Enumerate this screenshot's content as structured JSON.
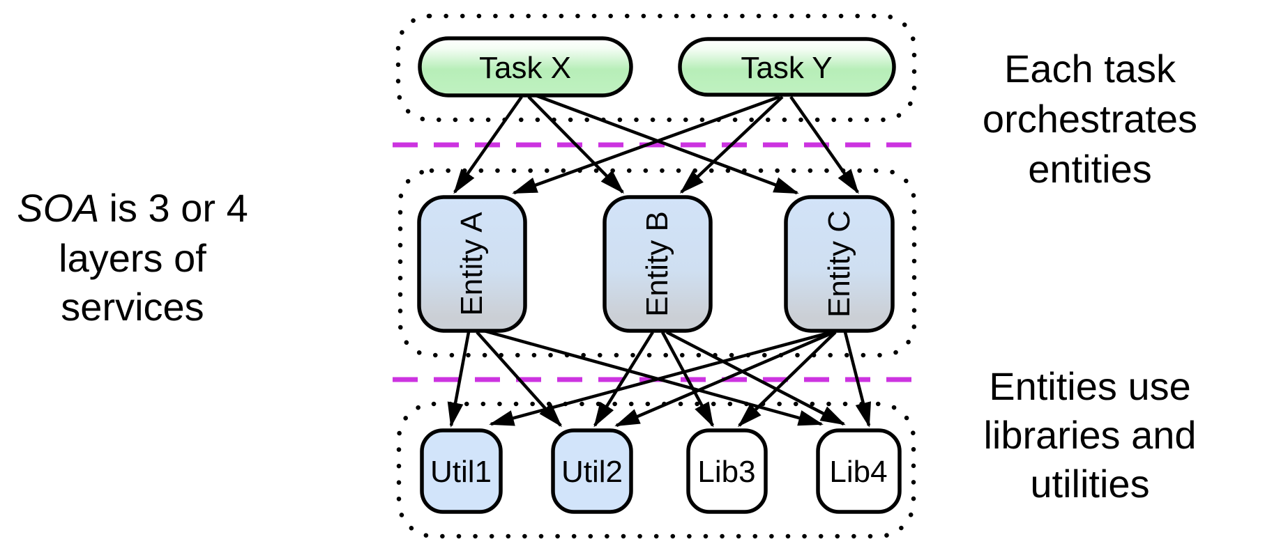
{
  "annotations": {
    "left": {
      "line1_italic": "SOA",
      "line1_rest": "is 3 or 4",
      "line2": "layers of",
      "line3": "services"
    },
    "top_right": {
      "line1": "Each task",
      "line2": "orchestrates",
      "line3": "entities"
    },
    "bottom_right": {
      "line1": "Entities use",
      "line2": "libraries and",
      "line3": "utilities"
    }
  },
  "nodes": {
    "tasks": [
      {
        "id": "task-x",
        "label": "Task X"
      },
      {
        "id": "task-y",
        "label": "Task Y"
      }
    ],
    "entities": [
      {
        "id": "entity-a",
        "label": "Entity A"
      },
      {
        "id": "entity-b",
        "label": "Entity B"
      },
      {
        "id": "entity-c",
        "label": "Entity C"
      }
    ],
    "utilities": [
      {
        "id": "util1",
        "label": "Util1"
      },
      {
        "id": "util2",
        "label": "Util2"
      },
      {
        "id": "lib3",
        "label": "Lib3"
      },
      {
        "id": "lib4",
        "label": "Lib4"
      }
    ]
  },
  "edges": {
    "task_to_entity": [
      {
        "from": "task-x",
        "to": "entity-a"
      },
      {
        "from": "task-x",
        "to": "entity-b"
      },
      {
        "from": "task-x",
        "to": "entity-c"
      },
      {
        "from": "task-y",
        "to": "entity-a"
      },
      {
        "from": "task-y",
        "to": "entity-b"
      },
      {
        "from": "task-y",
        "to": "entity-c"
      }
    ],
    "entity_to_utility": [
      {
        "from": "entity-a",
        "to": "util1"
      },
      {
        "from": "entity-a",
        "to": "util2"
      },
      {
        "from": "entity-a",
        "to": "lib4"
      },
      {
        "from": "entity-b",
        "to": "util2"
      },
      {
        "from": "entity-b",
        "to": "lib3"
      },
      {
        "from": "entity-b",
        "to": "lib4"
      },
      {
        "from": "entity-c",
        "to": "util1"
      },
      {
        "from": "entity-c",
        "to": "util2"
      },
      {
        "from": "entity-c",
        "to": "lib3"
      },
      {
        "from": "entity-c",
        "to": "lib4"
      }
    ]
  },
  "colors": {
    "task_gradient_top": "#ffffff",
    "task_gradient_bottom": "#b7eeb8",
    "entity_gradient_top": "#d2e3f8",
    "entity_gradient_bottom": "#cbcfd5",
    "utility_fill": "#d2e4fa",
    "library_fill": "#ffffff",
    "node_border": "#000000",
    "arrow": "#000000",
    "layer_border_dots": "#000000",
    "separator_dash": "#cc33e0",
    "background": "#ffffff"
  }
}
